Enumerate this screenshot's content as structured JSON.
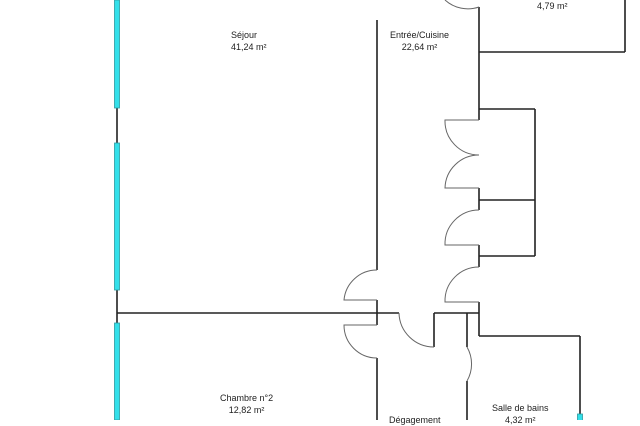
{
  "plan": {
    "rooms": [
      {
        "name": "Séjour",
        "area": "41,24  m²"
      },
      {
        "name": "Entrée/Cuisine",
        "area": "22,64  m²"
      },
      {
        "name": "",
        "area": "4,79  m²"
      },
      {
        "name": "Chambre n°2",
        "area": "12,82  m²"
      },
      {
        "name": "Dégagement",
        "area": ""
      },
      {
        "name": "Salle de bains",
        "area": "4,32  m²"
      }
    ],
    "colors": {
      "wall": "#222222",
      "window": "#33e0ea"
    }
  }
}
